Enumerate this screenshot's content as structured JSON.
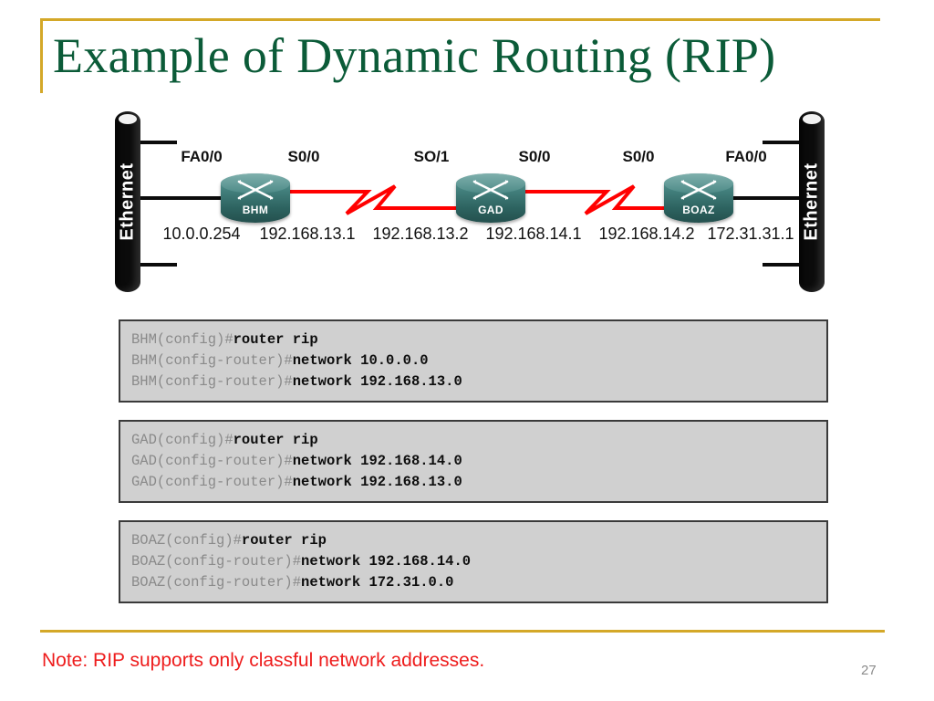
{
  "slide": {
    "title": "Example of Dynamic Routing (RIP)",
    "page_number": "27",
    "note": "Note: RIP supports only classful network addresses.",
    "accent_color": "#d4a828",
    "title_color": "#0b5b38",
    "note_color": "#ee1c1c",
    "router_color": "#2d6360",
    "serial_link_color": "#ff0000",
    "lan_link_color": "#0b0b0b"
  },
  "diagram": {
    "ethernet_left_label": "Ethernet",
    "ethernet_right_label": "Ethernet",
    "routers": [
      {
        "name": "BHM"
      },
      {
        "name": "GAD"
      },
      {
        "name": "BOAZ"
      }
    ],
    "interfaces": [
      "FA0/0",
      "S0/0",
      "SO/1",
      "S0/0",
      "S0/0",
      "FA0/0"
    ],
    "ip_addresses": [
      "10.0.0.254",
      "192.168.13.1",
      "192.168.13.2",
      "192.168.14.1",
      "192.168.14.2",
      "172.31.31.1"
    ]
  },
  "config_blocks": [
    {
      "device": "BHM",
      "lines": [
        {
          "prompt": "BHM(config)#",
          "command": "router rip"
        },
        {
          "prompt": "BHM(config-router)#",
          "command": "network 10.0.0.0"
        },
        {
          "prompt": "BHM(config-router)#",
          "command": "network 192.168.13.0"
        }
      ]
    },
    {
      "device": "GAD",
      "lines": [
        {
          "prompt": "GAD(config)#",
          "command": "router rip"
        },
        {
          "prompt": "GAD(config-router)#",
          "command": "network 192.168.14.0"
        },
        {
          "prompt": "GAD(config-router)#",
          "command": "network 192.168.13.0"
        }
      ]
    },
    {
      "device": "BOAZ",
      "lines": [
        {
          "prompt": "BOAZ(config)#",
          "command": "router rip"
        },
        {
          "prompt": "BOAZ(config-router)#",
          "command": "network 192.168.14.0"
        },
        {
          "prompt": "BOAZ(config-router)#",
          "command": "network 172.31.0.0"
        }
      ]
    }
  ]
}
